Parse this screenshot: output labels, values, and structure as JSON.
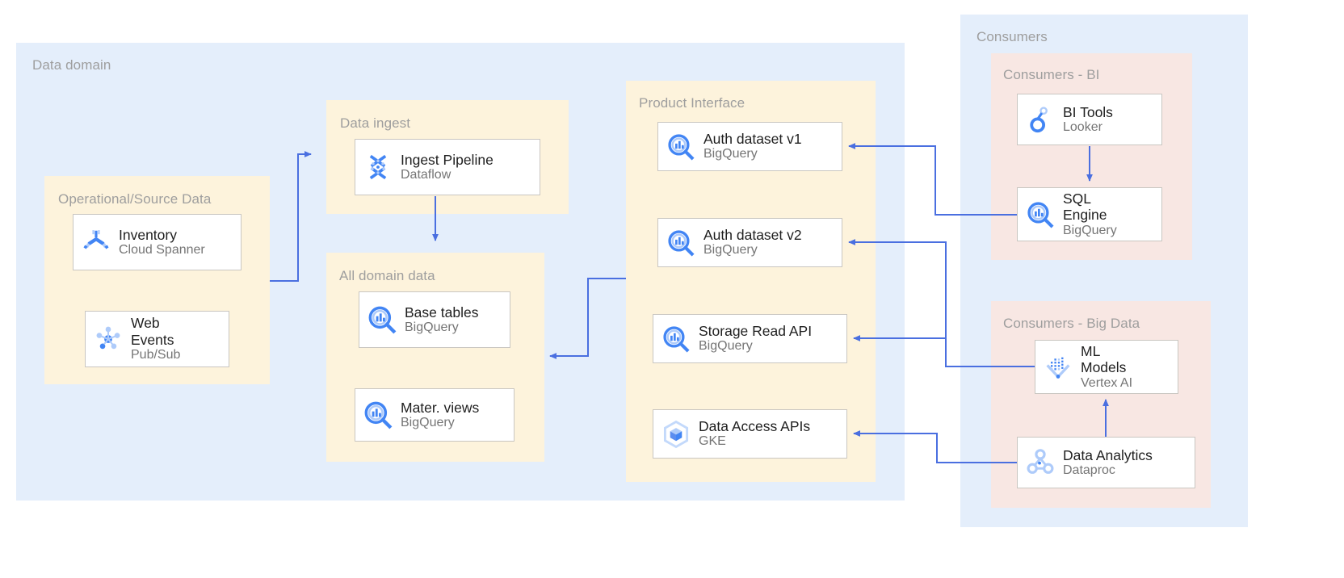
{
  "colors": {
    "domain_bg": "#e4eefb",
    "group_bg": "#fdf3dc",
    "consumer_group_bg": "#f8e7e3",
    "card_bg": "#ffffff",
    "card_border": "#c9c6c1",
    "connector": "#4a6fe0",
    "label_text": "#9e9e9e",
    "title_text": "#1f1f1f",
    "subtitle_text": "#757575",
    "icon_blue": "#4285f4",
    "icon_blue_light": "#aecbfa"
  },
  "panels": {
    "data_domain": {
      "label": "Data domain"
    },
    "operational_source_data": {
      "label": "Operational/Source Data"
    },
    "data_ingest": {
      "label": "Data ingest"
    },
    "all_domain_data": {
      "label": "All domain data"
    },
    "product_interface": {
      "label": "Product Interface"
    },
    "consumers": {
      "label": "Consumers"
    },
    "consumers_bi": {
      "label": "Consumers - BI"
    },
    "consumers_big_data": {
      "label": "Consumers - Big Data"
    }
  },
  "cards": {
    "inventory": {
      "title": "Inventory",
      "subtitle": "Cloud Spanner",
      "icon": "cloud-spanner-icon"
    },
    "web_events": {
      "title": "Web\nEvents",
      "title_line1": "Web",
      "title_line2": "Events",
      "subtitle": "Pub/Sub",
      "icon": "pubsub-icon"
    },
    "ingest_pipeline": {
      "title": "Ingest Pipeline",
      "subtitle": "Dataflow",
      "icon": "dataflow-icon"
    },
    "base_tables": {
      "title": "Base tables",
      "subtitle": "BigQuery",
      "icon": "bigquery-icon"
    },
    "mater_views": {
      "title": "Mater. views",
      "subtitle": "BigQuery",
      "icon": "bigquery-icon"
    },
    "auth_dataset_v1": {
      "title": "Auth dataset v1",
      "subtitle": "BigQuery",
      "icon": "bigquery-icon"
    },
    "auth_dataset_v2": {
      "title": "Auth dataset v2",
      "subtitle": "BigQuery",
      "icon": "bigquery-icon"
    },
    "storage_read_api": {
      "title": "Storage Read API",
      "subtitle": "BigQuery",
      "icon": "bigquery-icon"
    },
    "data_access_apis": {
      "title": "Data Access APIs",
      "subtitle": "GKE",
      "icon": "gke-icon"
    },
    "bi_tools": {
      "title": "BI Tools",
      "subtitle": "Looker",
      "icon": "looker-icon"
    },
    "sql_engine": {
      "title_line1": "SQL",
      "title_line2": "Engine",
      "subtitle": "BigQuery",
      "icon": "bigquery-icon"
    },
    "ml_models": {
      "title_line1": "ML",
      "title_line2": "Models",
      "subtitle": "Vertex AI",
      "icon": "vertex-ai-icon"
    },
    "data_analytics": {
      "title": "Data Analytics",
      "subtitle": "Dataproc",
      "icon": "dataproc-icon"
    }
  }
}
